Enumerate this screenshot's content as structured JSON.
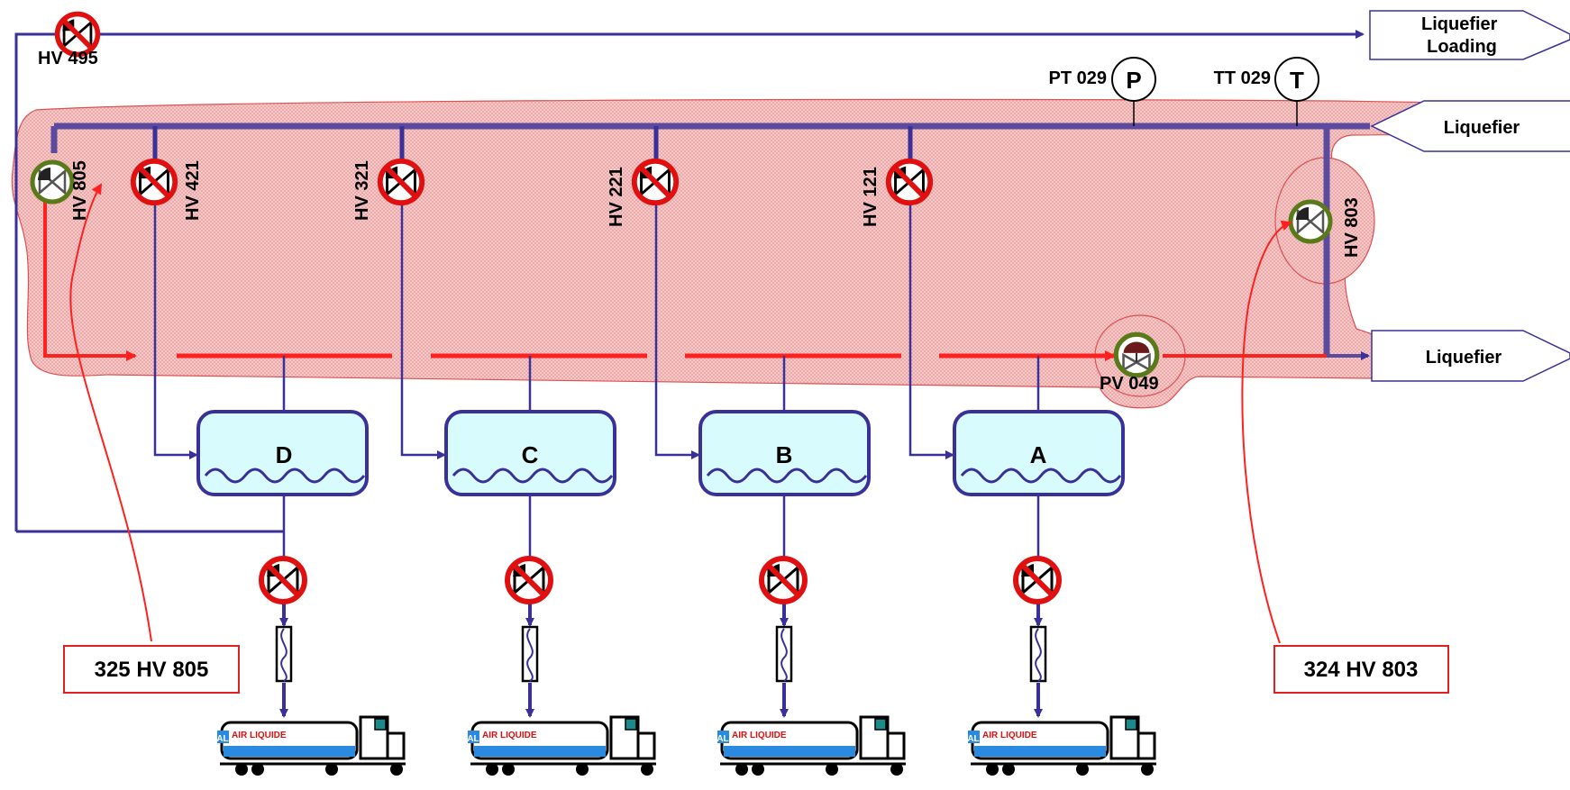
{
  "colors": {
    "process_line": "#3a3099",
    "highlight_line": "#ff2020",
    "highlight_fill": "#f2b8b8",
    "tank_fill": "#d8fbfd",
    "tank_border": "#3a3099",
    "valve_ring": "#5a7a1a",
    "forbidden": "#e01010",
    "callout_border": "#e02020"
  },
  "offpage": {
    "loading": "Liquefier\nLoading",
    "mid": "Liquefier",
    "bottom": "Liquefier"
  },
  "instruments": {
    "pt_tag": "PT 029",
    "pt_letter": "P",
    "tt_tag": "TT 029",
    "tt_letter": "T"
  },
  "valves": {
    "hv495": "HV 495",
    "hv805": "HV 805",
    "hv421": "HV 421",
    "hv321": "HV 321",
    "hv221": "HV 221",
    "hv121": "HV 121",
    "hv803": "HV 803",
    "pv049": "PV 049"
  },
  "tanks": [
    {
      "label": "D"
    },
    {
      "label": "C"
    },
    {
      "label": "B"
    },
    {
      "label": "A"
    }
  ],
  "truck_brand": "AIR LIQUIDE",
  "truck_logo": "AL",
  "callouts": {
    "left": "325 HV 805",
    "right": "324 HV 803"
  }
}
